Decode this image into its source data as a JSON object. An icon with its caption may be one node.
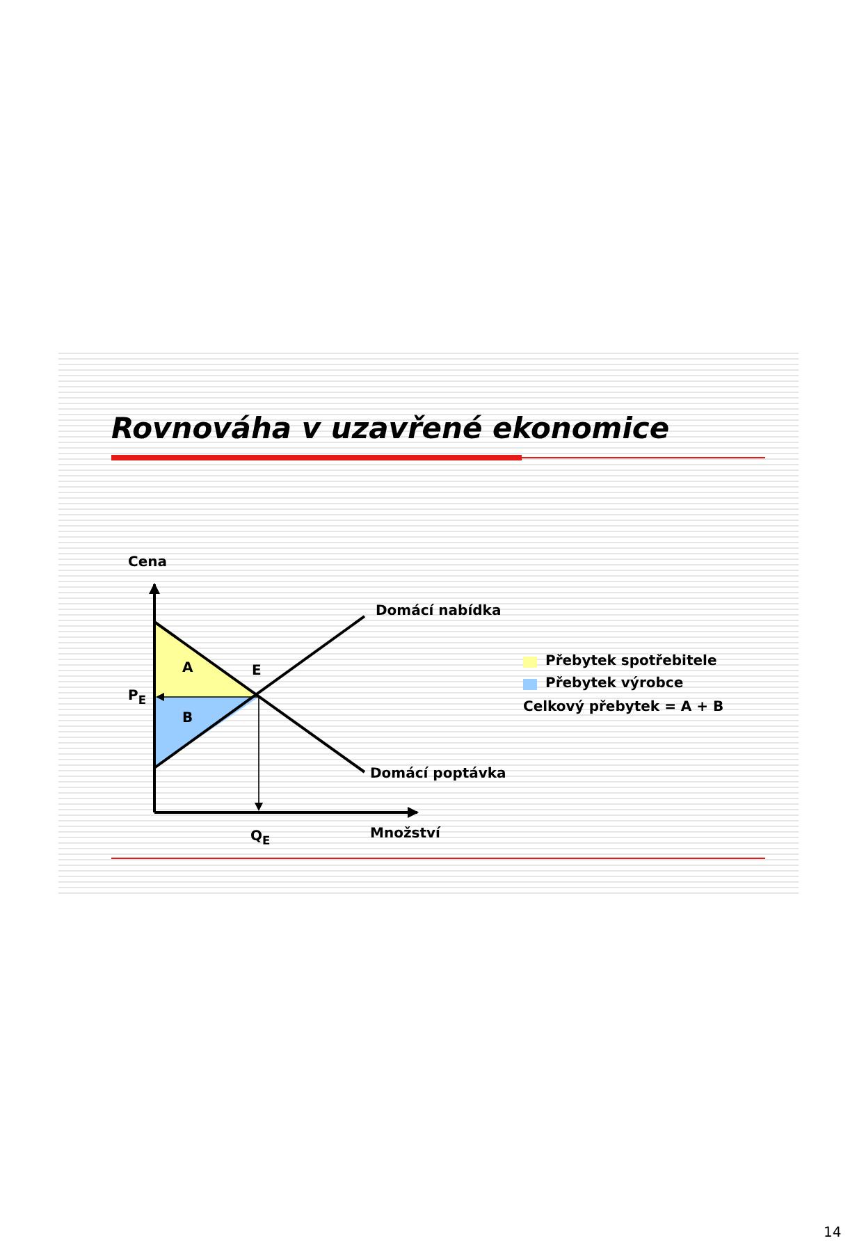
{
  "diagram": {
    "title": "Rovnováha v uzavřené ekonomice",
    "labels": [
      "Cena",
      "Domácí nabídka",
      "A",
      "E",
      "P$_{E}$",
      "B",
      "Domácí poptávka",
      "Q$_{E}$",
      "Množství",
      "Celkový přebytek = A + B",
      "14"
    ],
    "legend": [
      {
        "text": "Přebytek spotřebitele",
        "color": "#ffff99"
      },
      {
        "text": "Přebytek výrobce",
        "color": "#99ccff"
      }
    ]
  }
}
